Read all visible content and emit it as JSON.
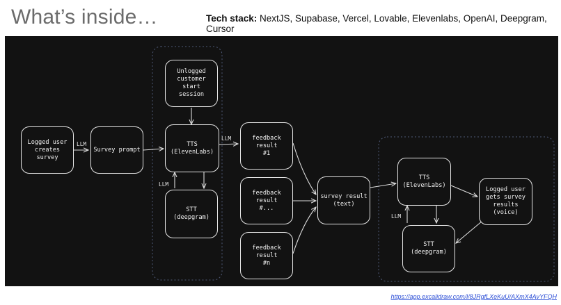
{
  "header": {
    "title": "What’s inside…",
    "tech_label": "Tech stack:",
    "tech_list": " NextJS, Supabase, Vercel, Lovable, Elevenlabs, OpenAI, Deepgram, Cursor"
  },
  "diagram": {
    "nodes": {
      "logged_user": "Logged user\ncreates survey",
      "survey_prompt": "Survey prompt",
      "unlogged": "Unlogged\ncustomer start\nsession",
      "tts1": "TTS\n(ElevenLabs)",
      "stt1": "STT\n(deepgram)",
      "fb1": "feedback\nresult\n#1",
      "fb2": "feedback\nresult\n#...",
      "fb3": "feedback\nresult\n#n",
      "survey_result": "survey result\n(text)",
      "tts2": "TTS\n(ElevenLabs)",
      "stt2": "STT\n(deepgram)",
      "gets_results": "Logged user\ngets survey\nresults\n(voice)"
    },
    "edge_labels": {
      "llm_a": "LLM",
      "llm_b": "LLM",
      "llm_c": "LLM",
      "llm_d": "LLM"
    }
  },
  "footer": {
    "link": "https://app.excalidraw.com/l/8JRgfLXeKuU/AXmX4AvYFQH"
  }
}
